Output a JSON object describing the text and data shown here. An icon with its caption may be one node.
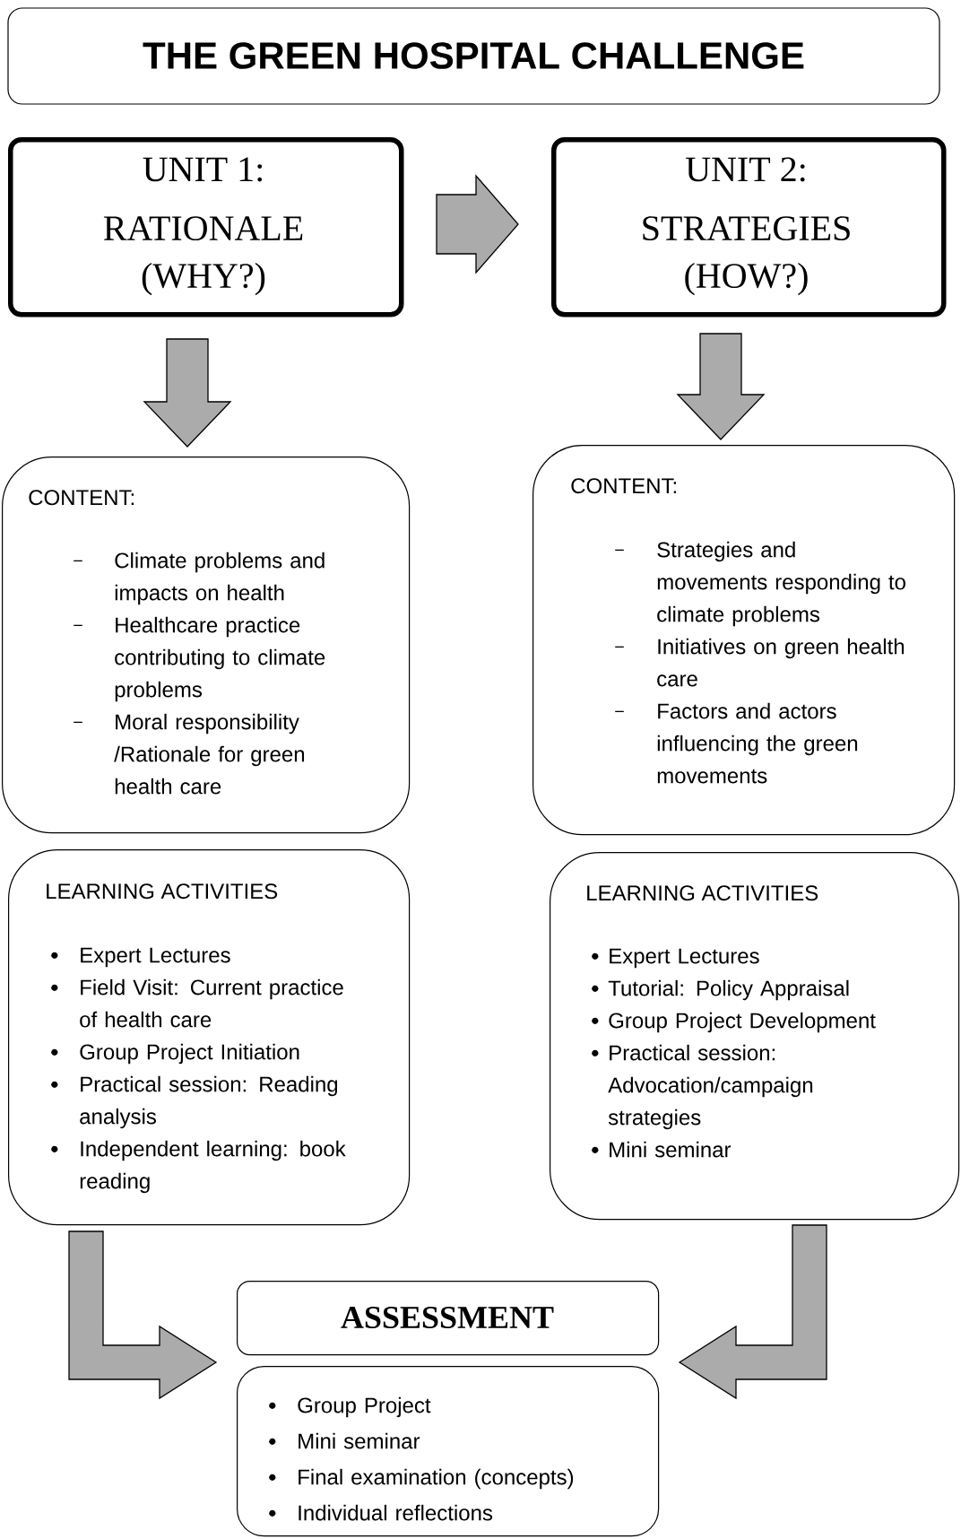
{
  "diagram": {
    "title": "THE GREEN HOSPITAL CHALLENGE",
    "nodes": [
      {
        "text": [
          "UNIT 1:",
          "RATIONALE (WHY?)"
        ]
      },
      {
        "text": [
          "UNIT 2:",
          "STRATEGIES (HOW?)"
        ]
      },
      {
        "text": [
          "CONTENT:",
          "Climate problems and impacts on health",
          "Healthcare practice contributing to climate problems",
          "Moral responsibility /Rationale for green health care"
        ]
      },
      {
        "text": [
          "CONTENT:",
          "Strategies and movements responding to climate problems",
          "Initiatives on green health care",
          "Factors and actors influencing the green movements"
        ]
      },
      {
        "text": [
          "LEARNING ACTIVITIES",
          "Expert Lectures",
          "Field Visit: Current practice of health care",
          "Group Project Initiation",
          "Practical session: Reading analysis",
          "Independent learning: book reading"
        ]
      },
      {
        "text": [
          "LEARNING ACTIVITIES",
          "Expert Lectures",
          "Tutorial: Policy Appraisal",
          "Group Project Development",
          "Practical session: Advocation/campaign strategies",
          "Mini seminar"
        ]
      },
      {
        "text": [
          "ASSESSMENT"
        ]
      },
      {
        "text": [
          "Group Project",
          "Mini seminar",
          "Final examination (concepts)",
          "Individual reflections"
        ]
      }
    ],
    "edges": [
      {
        "from": 0,
        "to": 1,
        "arrow": "to"
      },
      {
        "from": 0,
        "to": 2,
        "arrow": "to"
      },
      {
        "from": 1,
        "to": 3,
        "arrow": "to"
      },
      {
        "from": 4,
        "to": 6,
        "arrow": "to"
      },
      {
        "from": 5,
        "to": 6,
        "arrow": "to"
      }
    ]
  }
}
